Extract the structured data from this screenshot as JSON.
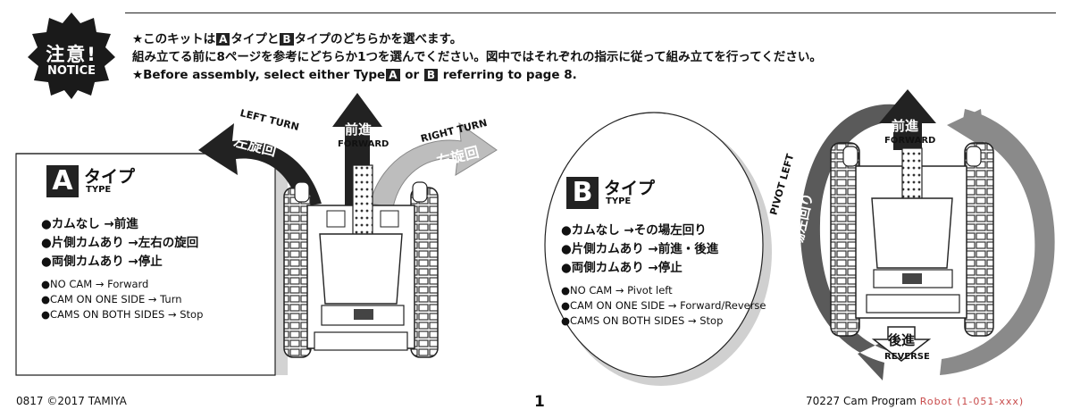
{
  "notice": {
    "badge_jp": "注意!",
    "badge_en": "NOTICE",
    "line1": [
      "★このキットは",
      "A",
      "タイプと",
      "B",
      "タイプのどちらかを選べます。"
    ],
    "line2": "組み立てる前に8ページを参考にどちらか1つを選んでください。図中ではそれぞれの指示に従って組み立てを行ってください。",
    "line3": [
      "★Before assembly, select either Type",
      "A",
      " or ",
      "B",
      " referring to page 8."
    ]
  },
  "type_a": {
    "letter": "A",
    "title_jp": "タイプ",
    "title_en": "TYPE",
    "jp_items": [
      "●カムなし →前進",
      "●片側カムあり →左右の旋回",
      "●両側カムあり →停止"
    ],
    "en_items": [
      "●NO CAM → Forward",
      "●CAM ON ONE SIDE → Turn",
      "●CAMS ON BOTH SIDES → Stop"
    ],
    "arrows": {
      "left_en": "LEFT TURN",
      "left_jp": "左旋回",
      "forward_jp": "前進",
      "forward_en": "FORWARD",
      "right_en": "RIGHT TURN",
      "right_jp": "右旋回"
    }
  },
  "type_b": {
    "letter": "B",
    "title_jp": "タイプ",
    "title_en": "TYPE",
    "jp_items": [
      "●カムなし →その場左回り",
      "●片側カムあり →前進・後進",
      "●両側カムあり →停止"
    ],
    "en_items": [
      "●NO CAM → Pivot left",
      "●CAM ON ONE SIDE → Forward/Reverse",
      "●CAMS ON BOTH SIDES → Stop"
    ],
    "arrows": {
      "forward_jp": "前進",
      "forward_en": "FORWARD",
      "pivot_en": "PIVOT LEFT",
      "pivot_jp": "その場左回り",
      "reverse_jp": "後進",
      "reverse_en": "REVERSE"
    }
  },
  "footer": {
    "code": "0817",
    "copyright": "©2017 TAMIYA",
    "page": "1",
    "product": "70227  Cam Program",
    "product_obscured": "Robot (1-051-xxx)"
  }
}
